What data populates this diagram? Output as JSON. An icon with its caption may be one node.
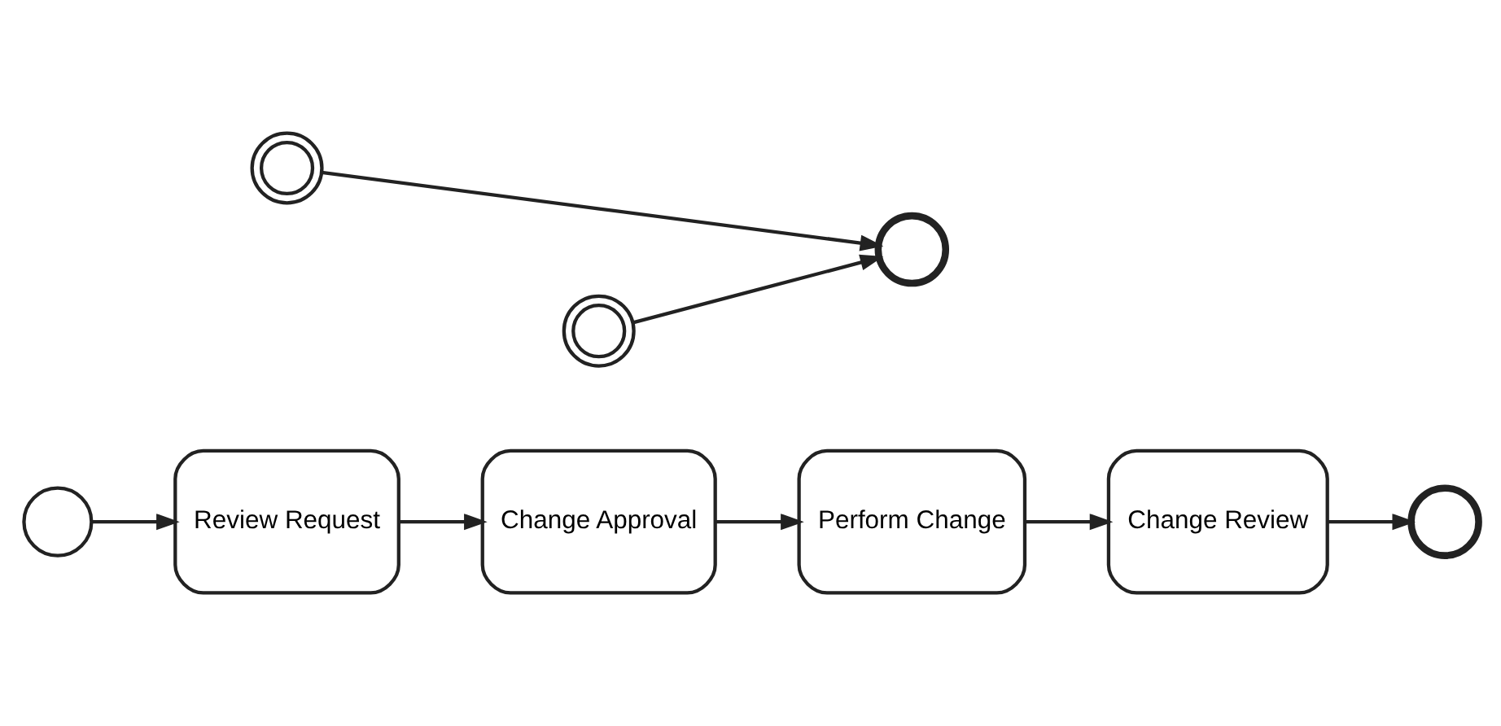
{
  "diagram": {
    "nodes": [
      {
        "text": [],
        "shape": "circle"
      },
      {
        "text": [
          "Review Request"
        ]
      },
      {
        "text": [
          "Change Approval"
        ]
      },
      {
        "text": [
          "Perform Change"
        ]
      },
      {
        "text": [
          "Change Review"
        ]
      },
      {
        "text": [],
        "shape": "circle"
      },
      {
        "text": [],
        "shape": "circle"
      },
      {
        "text": [],
        "shape": "circle"
      },
      {
        "text": [],
        "shape": "circle"
      }
    ],
    "edges": [
      {
        "from": 0,
        "to": 1,
        "arrow": "to"
      },
      {
        "from": 1,
        "to": 2,
        "arrow": "to"
      },
      {
        "from": 2,
        "to": 3,
        "arrow": "to"
      },
      {
        "from": 3,
        "to": 4,
        "arrow": "to"
      },
      {
        "from": 4,
        "to": 5,
        "arrow": "to"
      },
      {
        "from": 6,
        "to": 8,
        "arrow": "to"
      },
      {
        "from": 7,
        "to": 8,
        "arrow": "to"
      }
    ]
  }
}
